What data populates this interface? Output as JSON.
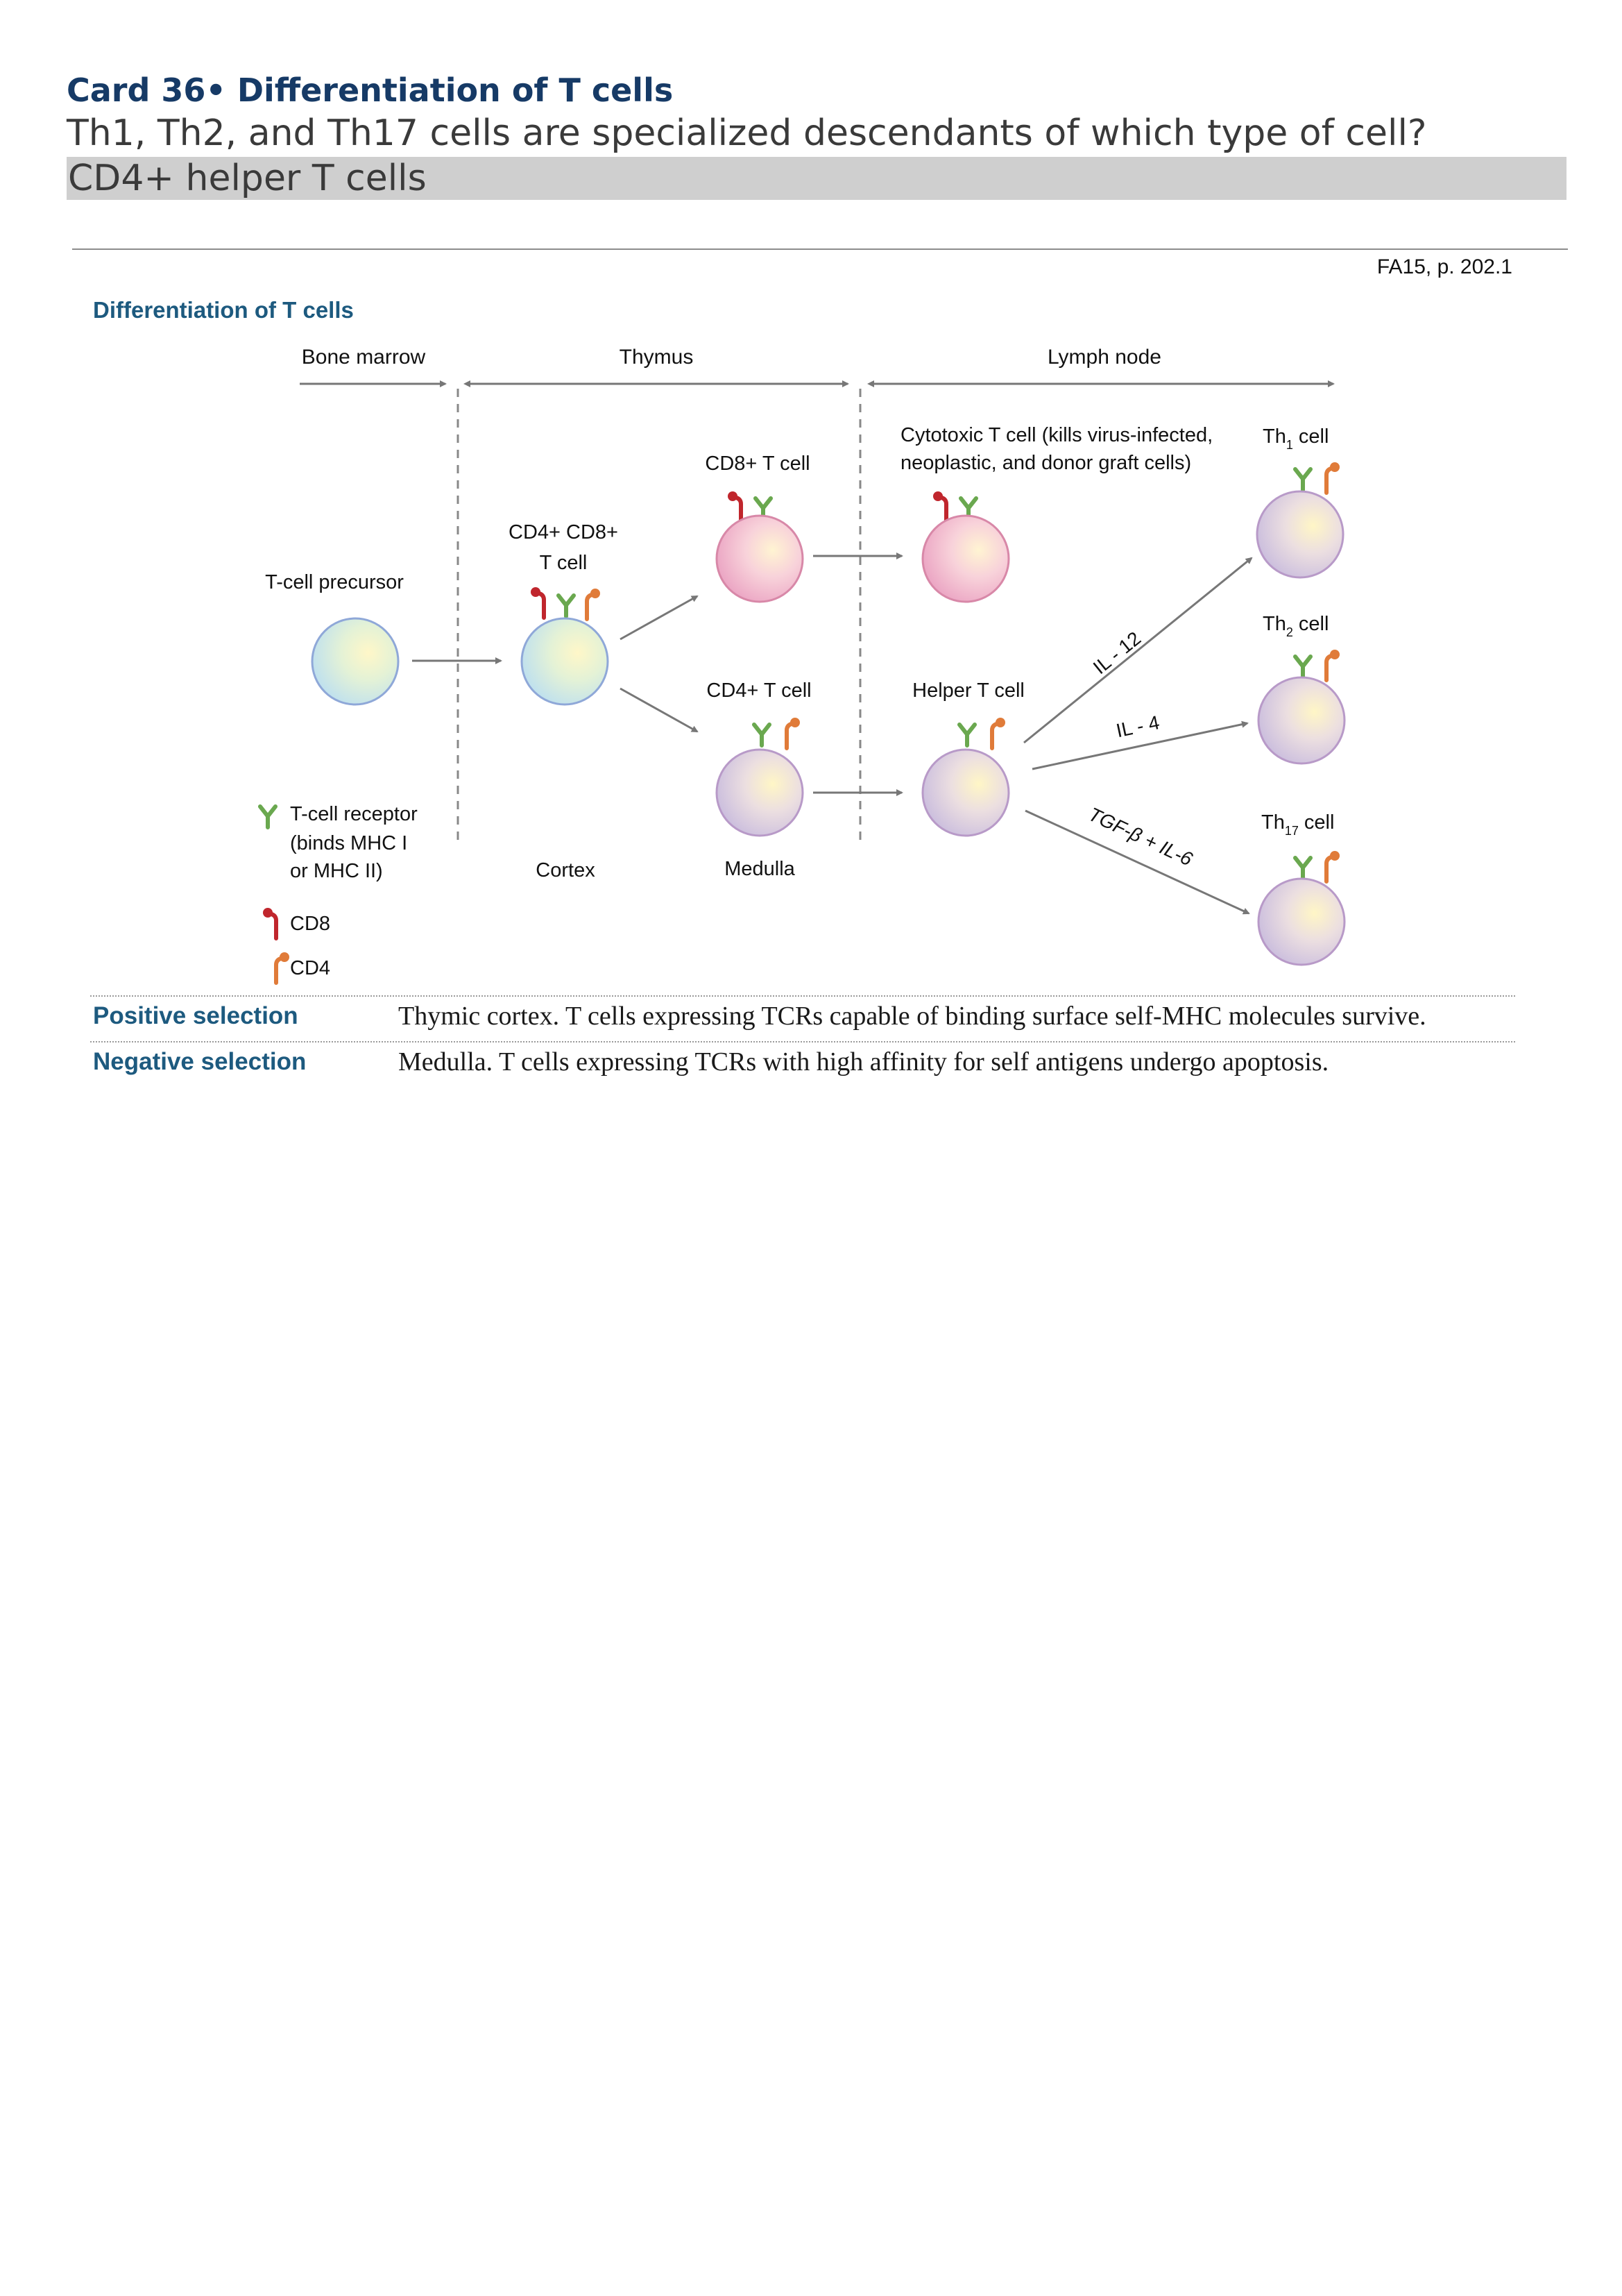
{
  "card": {
    "title": "Card 36• Differentiation of T cells",
    "question": "Th1, Th2, and Th17 cells are specialized descendants of which type of cell?",
    "answer": "CD4+ helper T cells"
  },
  "reference": "FA15, p. 202.1",
  "figure": {
    "heading": "Differentiation of T cells",
    "regions": {
      "bone_marrow": "Bone marrow",
      "thymus": "Thymus",
      "lymph_node": "Lymph node"
    },
    "labels": {
      "precursor": "T-cell precursor",
      "double_positive_line1": "CD4+ CD8+",
      "double_positive_line2": "T cell",
      "cd8_cell": "CD8+ T cell",
      "cd4_cell": "CD4+ T cell",
      "cytotoxic_line1": "Cytotoxic T cell (kills virus-infected,",
      "cytotoxic_line2": "neoplastic, and donor graft cells)",
      "helper": "Helper T cell",
      "th1_base": "Th",
      "th1_sub": "1",
      "th1_tail": " cell",
      "th2_base": "Th",
      "th2_sub": "2",
      "th2_tail": " cell",
      "th17_base": "Th",
      "th17_sub": "17",
      "th17_tail": " cell",
      "cortex": "Cortex",
      "medulla": "Medulla"
    },
    "cytokines": {
      "il12": "IL - 12",
      "il4": "IL - 4",
      "tgf": "TGF-β + IL-6"
    },
    "legend": {
      "tcr_line1": "T-cell receptor",
      "tcr_line2": "(binds MHC I",
      "tcr_line3": "or MHC II)",
      "cd8": "CD8",
      "cd4": "CD4"
    },
    "colors": {
      "tcr": "#6aa84f",
      "cd8": "#c0262d",
      "cd4": "#e07b39",
      "arrow": "#777777",
      "heading": "#1d5a7f"
    },
    "icons": [
      "arrow-icon",
      "t-cell-receptor-icon",
      "cd8-icon",
      "cd4-icon",
      "cell-icon"
    ]
  },
  "table": {
    "rows": [
      {
        "label": "Positive selection",
        "text": "Thymic cortex. T cells expressing TCRs capable of binding surface self-MHC molecules survive."
      },
      {
        "label": "Negative selection",
        "text": "Medulla. T cells expressing TCRs with high affinity for self antigens undergo apoptosis."
      }
    ]
  }
}
